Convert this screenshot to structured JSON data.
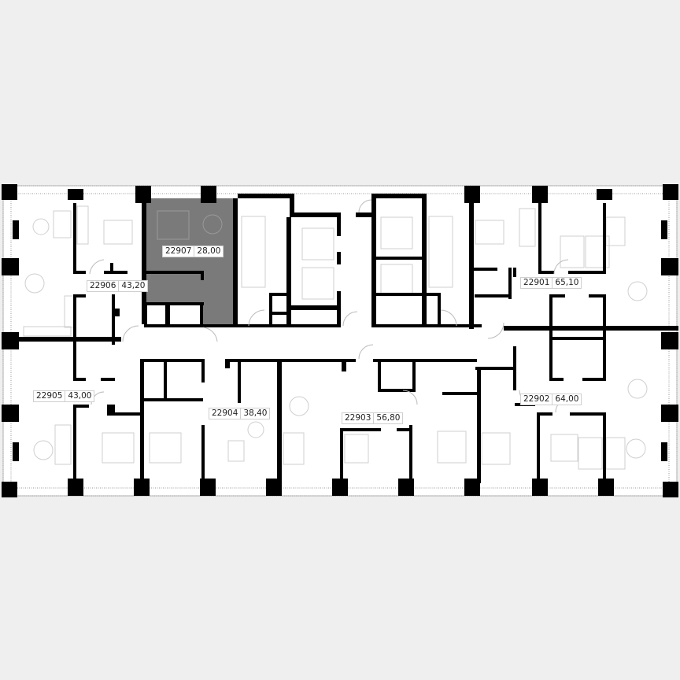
{
  "floor_plan": {
    "background_color": "#efefef",
    "wall_color": "#000000",
    "highlight_color": "#7a7a7a",
    "selected_apartment": "22907",
    "apartments": [
      {
        "number": "22907",
        "area": "28,00",
        "selected": true
      },
      {
        "number": "22906",
        "area": "43,20",
        "selected": false
      },
      {
        "number": "22905",
        "area": "43,00",
        "selected": false
      },
      {
        "number": "22904",
        "area": "38,40",
        "selected": false
      },
      {
        "number": "22903",
        "area": "56,80",
        "selected": false
      },
      {
        "number": "22902",
        "area": "64,00",
        "selected": false
      },
      {
        "number": "22901",
        "area": "65,10",
        "selected": false
      }
    ],
    "core": {
      "elements": [
        "stair-left",
        "elevator-1",
        "elevator-2",
        "elevator-3-accessible",
        "elevator-4",
        "stair-right",
        "corridor"
      ]
    }
  }
}
